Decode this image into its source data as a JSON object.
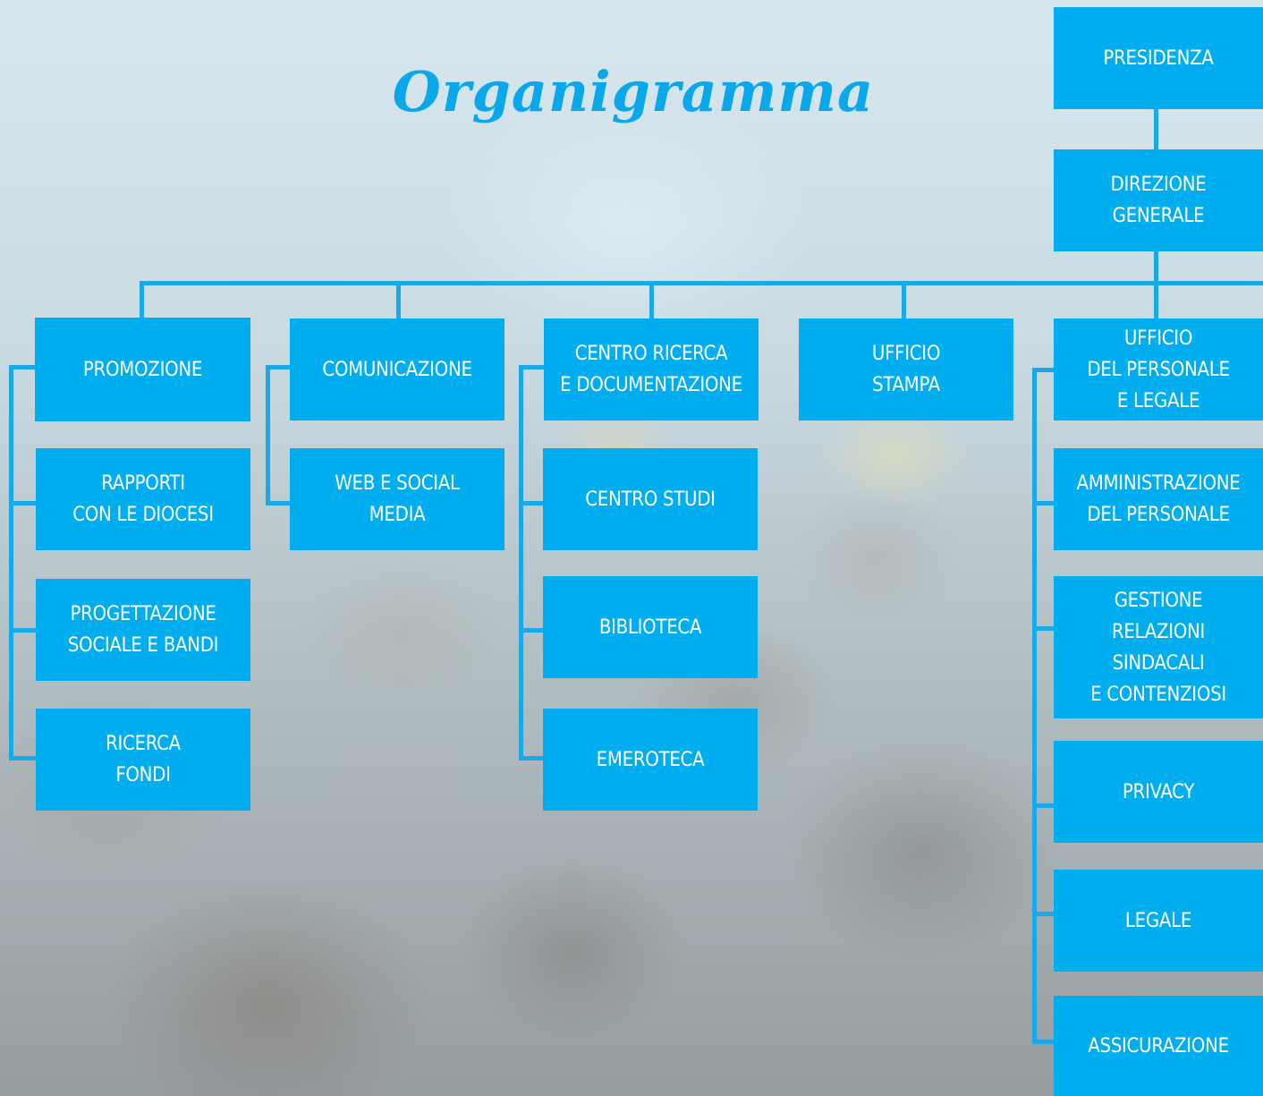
{
  "title": "Organigramma",
  "colors": {
    "box": "#00adef",
    "line": "#1aa9e8",
    "title": "#0aa8ea"
  },
  "top": {
    "presidenza": "PRESIDENZA",
    "direzione": "DIREZIONE\nGENERALE"
  },
  "columns": {
    "promozione": {
      "head": "PROMOZIONE",
      "items": [
        "RAPPORTI\nCON LE DIOCESI",
        "PROGETTAZIONE\nSOCIALE E BANDI",
        "RICERCA\nFONDI"
      ]
    },
    "comunicazione": {
      "head": "COMUNICAZIONE",
      "items": [
        "WEB E SOCIAL\nMEDIA"
      ]
    },
    "centro_ricerca": {
      "head": "CENTRO RICERCA\nE DOCUMENTAZIONE",
      "items": [
        "CENTRO STUDI",
        "BIBLIOTECA",
        "EMEROTECA"
      ]
    },
    "ufficio_stampa": {
      "head": "UFFICIO\nSTAMPA"
    },
    "personale": {
      "head": "UFFICIO\nDEL PERSONALE\nE LEGALE",
      "items": [
        "AMMINISTRAZIONE\nDEL PERSONALE",
        "GESTIONE\nRELAZIONI\nSINDACALI\nE CONTENZIOSI",
        "PRIVACY",
        "LEGALE",
        "ASSICURAZIONE"
      ]
    }
  }
}
